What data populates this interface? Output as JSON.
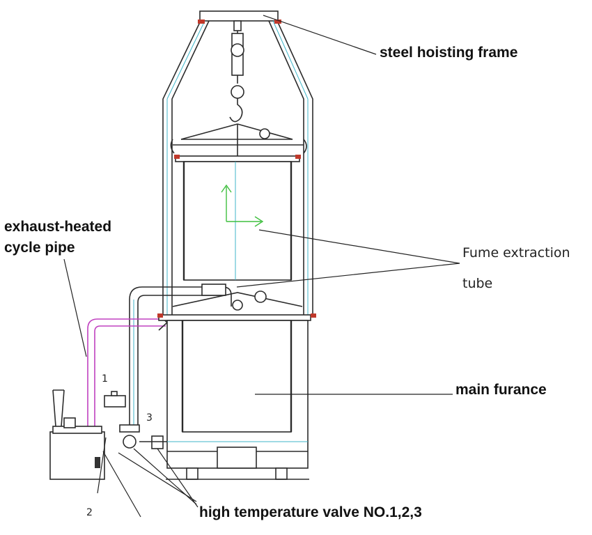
{
  "labels": {
    "steel_hoisting_frame": "steel hoisting frame",
    "exhaust_heated_line1": "exhaust-heated",
    "exhaust_heated_line2": "cycle pipe",
    "fume_line1": "Fume extraction",
    "fume_line2": "tube",
    "main_furance": "main furance",
    "valves": "high temperature valve NO.1,2,3",
    "valve_1": "1",
    "valve_2": "2",
    "valve_3": "3"
  },
  "colors": {
    "line": "#2b2b2b",
    "pipe_fill": "#f4fbfb",
    "pipe_accent": "#3fb6c9",
    "exhaust_pipe": "#c040c0",
    "flange": "#c0392b",
    "arrow": "#3fbf3f"
  }
}
